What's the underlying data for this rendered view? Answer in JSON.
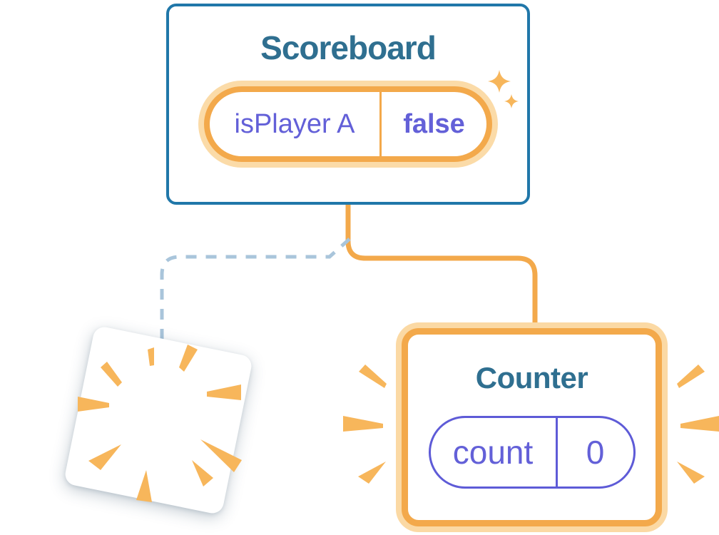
{
  "illustration": {
    "scoreboard": {
      "title": "Scoreboard",
      "state": {
        "name": "isPlayer A",
        "value": "false"
      }
    },
    "counter": {
      "title": "Counter",
      "state": {
        "name": "count",
        "value": "0"
      }
    },
    "icons": {
      "sparkles": "sparkles-icon",
      "poof_burst": "poof-burst-icon",
      "emphasis_left": "emphasis-rays-left-icon",
      "emphasis_right": "emphasis-rays-right-icon"
    },
    "colors": {
      "card_border_blue": "#2077A9",
      "title_blue": "#2F6F90",
      "orange": "#F3A94B",
      "orange_light": "#FBDBA8",
      "orange_rays": "#F7B65B",
      "purple": "#6360D8",
      "purple_border": "#5E5BD7",
      "dashed_line_blue": "#A9C5DB"
    }
  }
}
